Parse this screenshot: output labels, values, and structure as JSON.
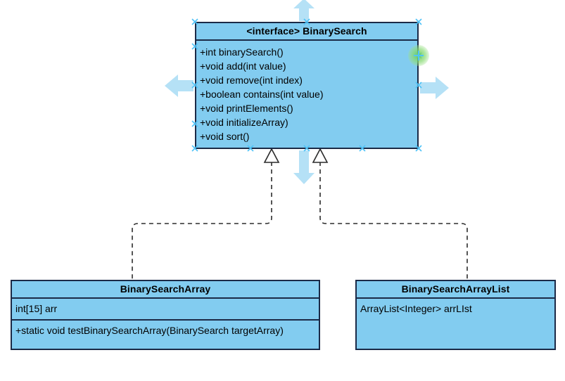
{
  "diagram": {
    "kind": "uml-class-diagram",
    "background_color": "#ffffff",
    "box_fill_color": "#82CCF0",
    "box_border_color": "#1b2a47",
    "connector_color": "#2b2b2b",
    "arrow_hint_color": "#A8DCF5",
    "selection_handle_color": "#4fc3f7",
    "add_handle_color": "#6ECD5F"
  },
  "interface": {
    "name": "<interface> BinarySearch",
    "methods": [
      "+int binarySearch()",
      "+void add(int value)",
      "+void remove(int index)",
      "+boolean contains(int value)",
      "+void printElements()",
      "+void initializeArray)",
      "+void sort()"
    ]
  },
  "classes": [
    {
      "name": "BinarySearchArray",
      "attributes": [
        "int[15] arr"
      ],
      "methods": [
        "+static void testBinarySearchArray(BinarySearch targetArray)"
      ]
    },
    {
      "name": "BinarySearchArrayList",
      "attributes": [
        "ArrayList<Integer> arrLIst"
      ],
      "methods": []
    }
  ],
  "relationships": [
    {
      "type": "realization",
      "from": "BinarySearchArray",
      "to": "<interface> BinarySearch",
      "line_style": "dashed",
      "arrow_head": "hollow-triangle"
    },
    {
      "type": "realization",
      "from": "BinarySearchArrayList",
      "to": "<interface> BinarySearch",
      "line_style": "dashed",
      "arrow_head": "hollow-triangle"
    }
  ],
  "hover_hints": {
    "description": "directional create-shape arrows around selected element",
    "arrows": [
      "up",
      "down",
      "left",
      "right"
    ]
  },
  "handles": {
    "add_handle": "plus-handle",
    "selection_handles": "x-marks"
  }
}
